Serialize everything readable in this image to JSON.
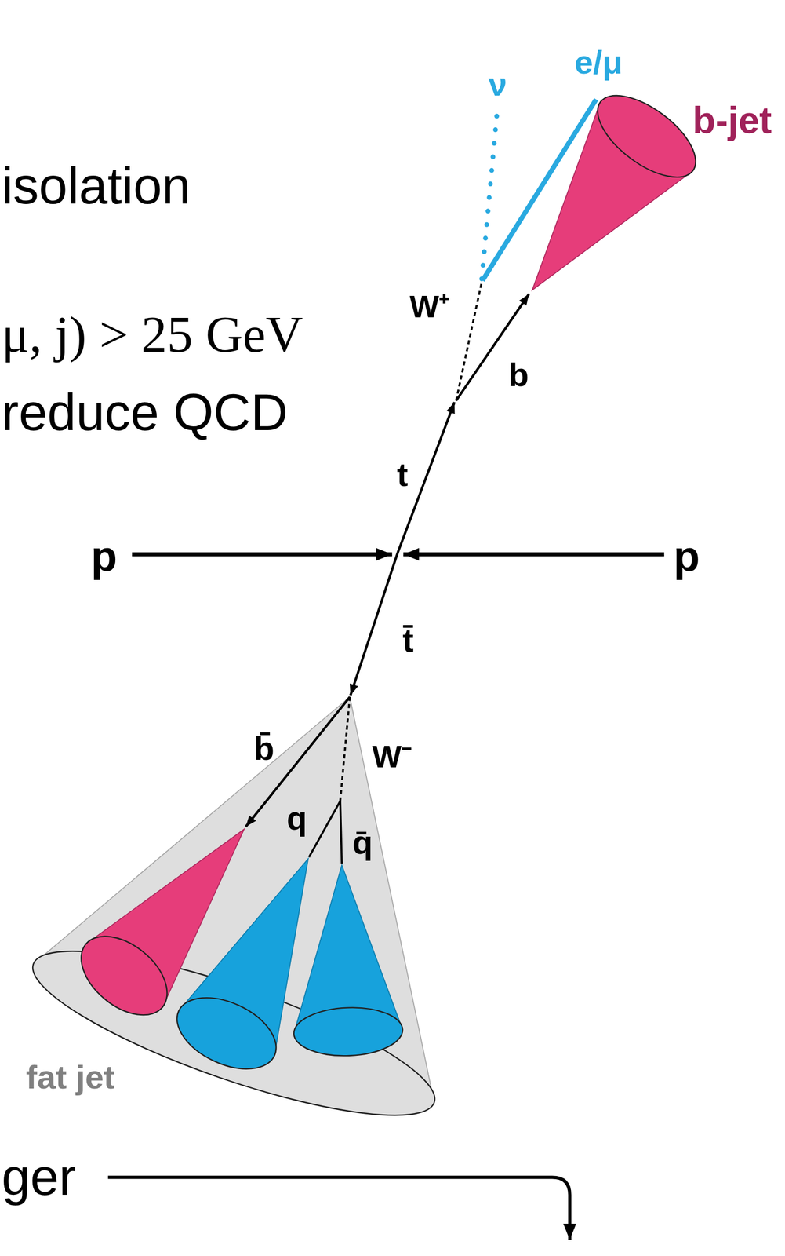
{
  "diagram": {
    "nodes": [
      {
        "text": [
          "b-jet"
        ]
      },
      {
        "text": [
          "fat jet"
        ]
      }
    ],
    "labels": [
      "isolation",
      "μ, j) > 25 GeV",
      "reduce QCD",
      "ν",
      "e/μ",
      "W⁺",
      "b",
      "p",
      "t",
      "p",
      "t̄",
      "b̄",
      "W⁻",
      "q",
      "q̄",
      "ger"
    ]
  }
}
